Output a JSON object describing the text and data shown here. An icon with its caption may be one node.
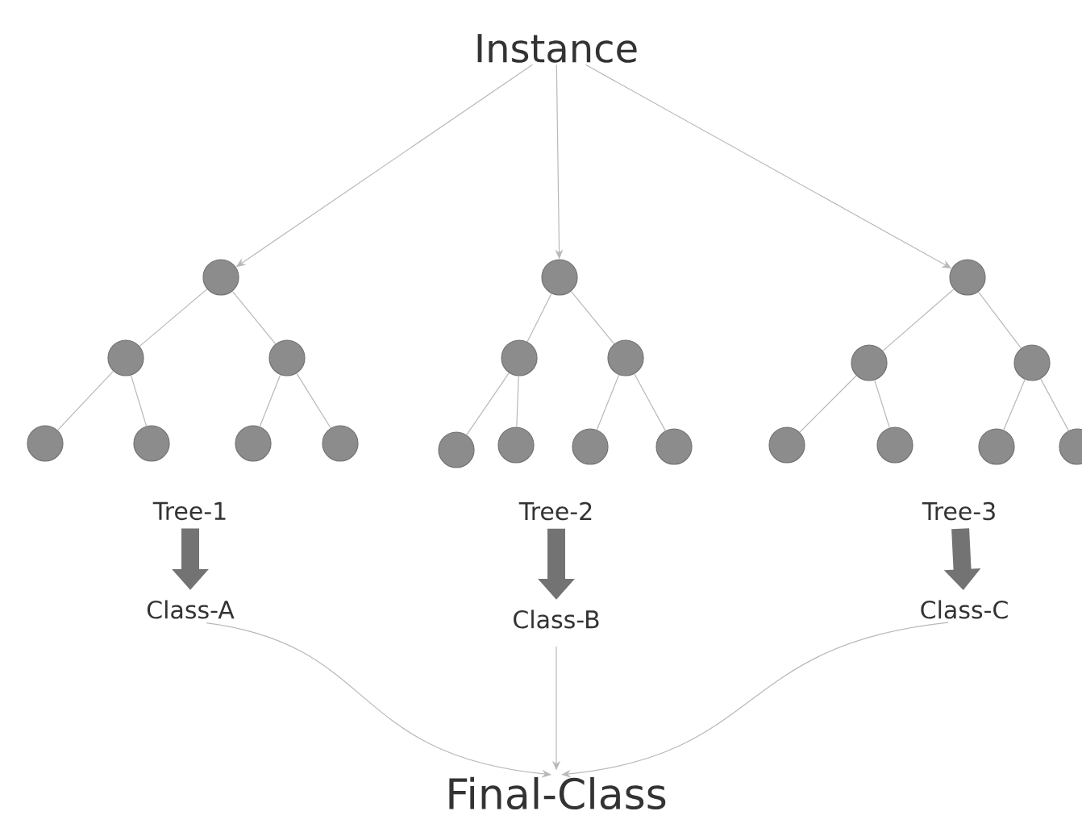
{
  "diagram": {
    "nodes": [
      {
        "text": [
          "Instance"
        ]
      },
      {
        "text": [],
        "shape": "circle"
      },
      {
        "text": [],
        "shape": "circle"
      },
      {
        "text": [],
        "shape": "circle"
      },
      {
        "text": [],
        "shape": "circle"
      },
      {
        "text": [],
        "shape": "circle"
      },
      {
        "text": [],
        "shape": "circle"
      },
      {
        "text": [],
        "shape": "circle"
      },
      {
        "text": [],
        "shape": "circle"
      },
      {
        "text": [],
        "shape": "circle"
      },
      {
        "text": [],
        "shape": "circle"
      },
      {
        "text": [],
        "shape": "circle"
      },
      {
        "text": [],
        "shape": "circle"
      },
      {
        "text": [],
        "shape": "circle"
      },
      {
        "text": [],
        "shape": "circle"
      },
      {
        "text": [],
        "shape": "circle"
      },
      {
        "text": [],
        "shape": "circle"
      },
      {
        "text": [],
        "shape": "circle"
      },
      {
        "text": [],
        "shape": "circle"
      },
      {
        "text": [],
        "shape": "circle"
      },
      {
        "text": [],
        "shape": "circle"
      },
      {
        "text": [],
        "shape": "circle"
      },
      {
        "text": [
          "Tree-1"
        ]
      },
      {
        "text": [
          "Tree-2"
        ]
      },
      {
        "text": [
          "Tree-3"
        ]
      },
      {
        "text": [
          "Class-A"
        ]
      },
      {
        "text": [
          "Class-B"
        ]
      },
      {
        "text": [
          "Class-C"
        ]
      },
      {
        "text": [
          "Final-Class"
        ]
      }
    ],
    "edges": [
      {
        "from": 0,
        "to": 1,
        "arrow": "to"
      },
      {
        "from": 0,
        "to": 8,
        "arrow": "to"
      },
      {
        "from": 0,
        "to": 15,
        "arrow": "to"
      },
      {
        "from": 1,
        "to": 2,
        "arrow": "none"
      },
      {
        "from": 1,
        "to": 3,
        "arrow": "none"
      },
      {
        "from": 2,
        "to": 4,
        "arrow": "none"
      },
      {
        "from": 2,
        "to": 5,
        "arrow": "none"
      },
      {
        "from": 3,
        "to": 6,
        "arrow": "none"
      },
      {
        "from": 3,
        "to": 7,
        "arrow": "none"
      },
      {
        "from": 8,
        "to": 9,
        "arrow": "none"
      },
      {
        "from": 8,
        "to": 10,
        "arrow": "none"
      },
      {
        "from": 9,
        "to": 11,
        "arrow": "none"
      },
      {
        "from": 9,
        "to": 12,
        "arrow": "none"
      },
      {
        "from": 10,
        "to": 13,
        "arrow": "none"
      },
      {
        "from": 10,
        "to": 14,
        "arrow": "none"
      },
      {
        "from": 15,
        "to": 16,
        "arrow": "none"
      },
      {
        "from": 15,
        "to": 17,
        "arrow": "none"
      },
      {
        "from": 16,
        "to": 18,
        "arrow": "none"
      },
      {
        "from": 16,
        "to": 19,
        "arrow": "none"
      },
      {
        "from": 17,
        "to": 20,
        "arrow": "none"
      },
      {
        "from": 17,
        "to": 21,
        "arrow": "none"
      },
      {
        "from": 22,
        "to": 25,
        "arrow": "to",
        "style": "thick"
      },
      {
        "from": 23,
        "to": 26,
        "arrow": "to",
        "style": "thick"
      },
      {
        "from": 24,
        "to": 27,
        "arrow": "to",
        "style": "thick"
      },
      {
        "from": 25,
        "to": 28,
        "arrow": "to"
      },
      {
        "from": 26,
        "to": 28,
        "arrow": "to"
      },
      {
        "from": 27,
        "to": 28,
        "arrow": "to"
      }
    ]
  }
}
